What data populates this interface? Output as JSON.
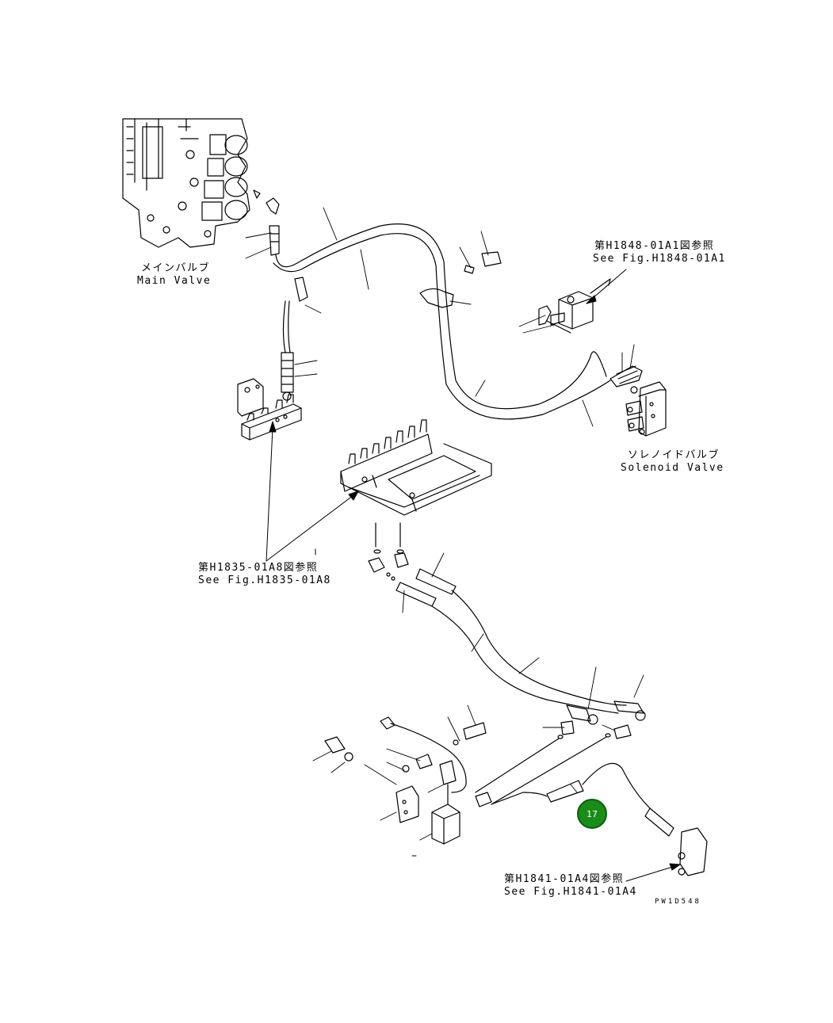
{
  "labels": {
    "main_valve_jp": "メインバルブ",
    "main_valve_en": "Main Valve",
    "ref_h1848_jp": "第H1848-01A1図参照",
    "ref_h1848_en": "See Fig.H1848-01A1",
    "solenoid_valve_jp": "ソレノイドバルブ",
    "solenoid_valve_en": "Solenoid Valve",
    "ref_h1835_jp": "第H1835-01A8図参照",
    "ref_h1835_en": "See Fig.H1835-01A8",
    "ref_h1841_jp": "第H1841-01A4図参照",
    "ref_h1841_en": "See Fig.H1841-01A4",
    "drawing_code": "PW1D548"
  },
  "callout": {
    "number": "17",
    "color": "#1a8c1a"
  }
}
